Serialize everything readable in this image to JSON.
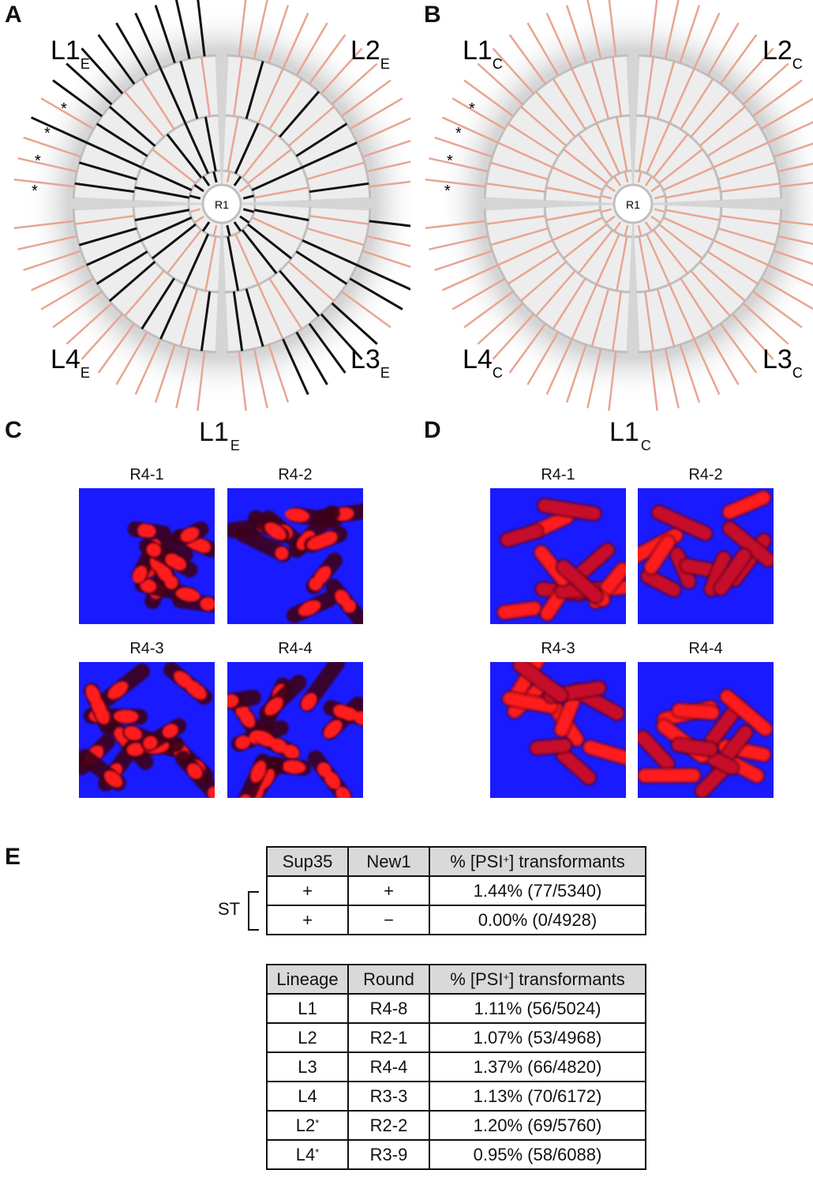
{
  "panels": {
    "a": "A",
    "b": "B",
    "c": "C",
    "d": "D",
    "e": "E"
  },
  "center_label": "R1",
  "star": "*",
  "wheel_a": {
    "q1": {
      "main": "L1",
      "sub": "E"
    },
    "q2": {
      "main": "L2",
      "sub": "E"
    },
    "q3": {
      "main": "L3",
      "sub": "E"
    },
    "q4": {
      "main": "L4",
      "sub": "E"
    }
  },
  "wheel_b": {
    "q1": {
      "main": "L1",
      "sub": "C"
    },
    "q2": {
      "main": "L2",
      "sub": "C"
    },
    "q3": {
      "main": "L3",
      "sub": "C"
    },
    "q4": {
      "main": "L4",
      "sub": "C"
    }
  },
  "panel_c": {
    "title": "L1",
    "sub": "E",
    "images": [
      "R4-1",
      "R4-2",
      "R4-3",
      "R4-4"
    ]
  },
  "panel_d": {
    "title": "L1",
    "sub": "C",
    "images": [
      "R4-1",
      "R4-2",
      "R4-3",
      "R4-4"
    ]
  },
  "colors": {
    "black_line": "#111111",
    "pink_line": "#e8a592",
    "ring": "#bfbfbf",
    "fill": "#ededed",
    "blue_bg": "#1a1aff",
    "cell_red": "#ff1a1a"
  },
  "table1": {
    "st_label": "ST",
    "headers": [
      "Sup35",
      "New1",
      "% [PSI",
      "+",
      "] transformants"
    ],
    "rows": [
      [
        "+",
        "+",
        "1.44% (77/5340)"
      ],
      [
        "+",
        "−",
        "0.00% (0/4928)"
      ]
    ]
  },
  "table2": {
    "headers": [
      "Lineage",
      "Round",
      "% [PSI",
      "+",
      "] transformants"
    ],
    "rows": [
      [
        "L1",
        "R4-8",
        "1.11% (56/5024)"
      ],
      [
        "L2",
        "R2-1",
        "1.07% (53/4968)"
      ],
      [
        "L3",
        "R4-4",
        "1.37% (66/4820)"
      ],
      [
        "L4",
        "R3-3",
        "1.13% (70/6172)"
      ],
      [
        "L2",
        "R2-2",
        "1.20% (69/5760)"
      ],
      [
        "L4",
        "R3-9",
        "0.95% (58/6088)"
      ]
    ],
    "row_marks": [
      "",
      "",
      "",
      "",
      "*",
      "*"
    ]
  }
}
